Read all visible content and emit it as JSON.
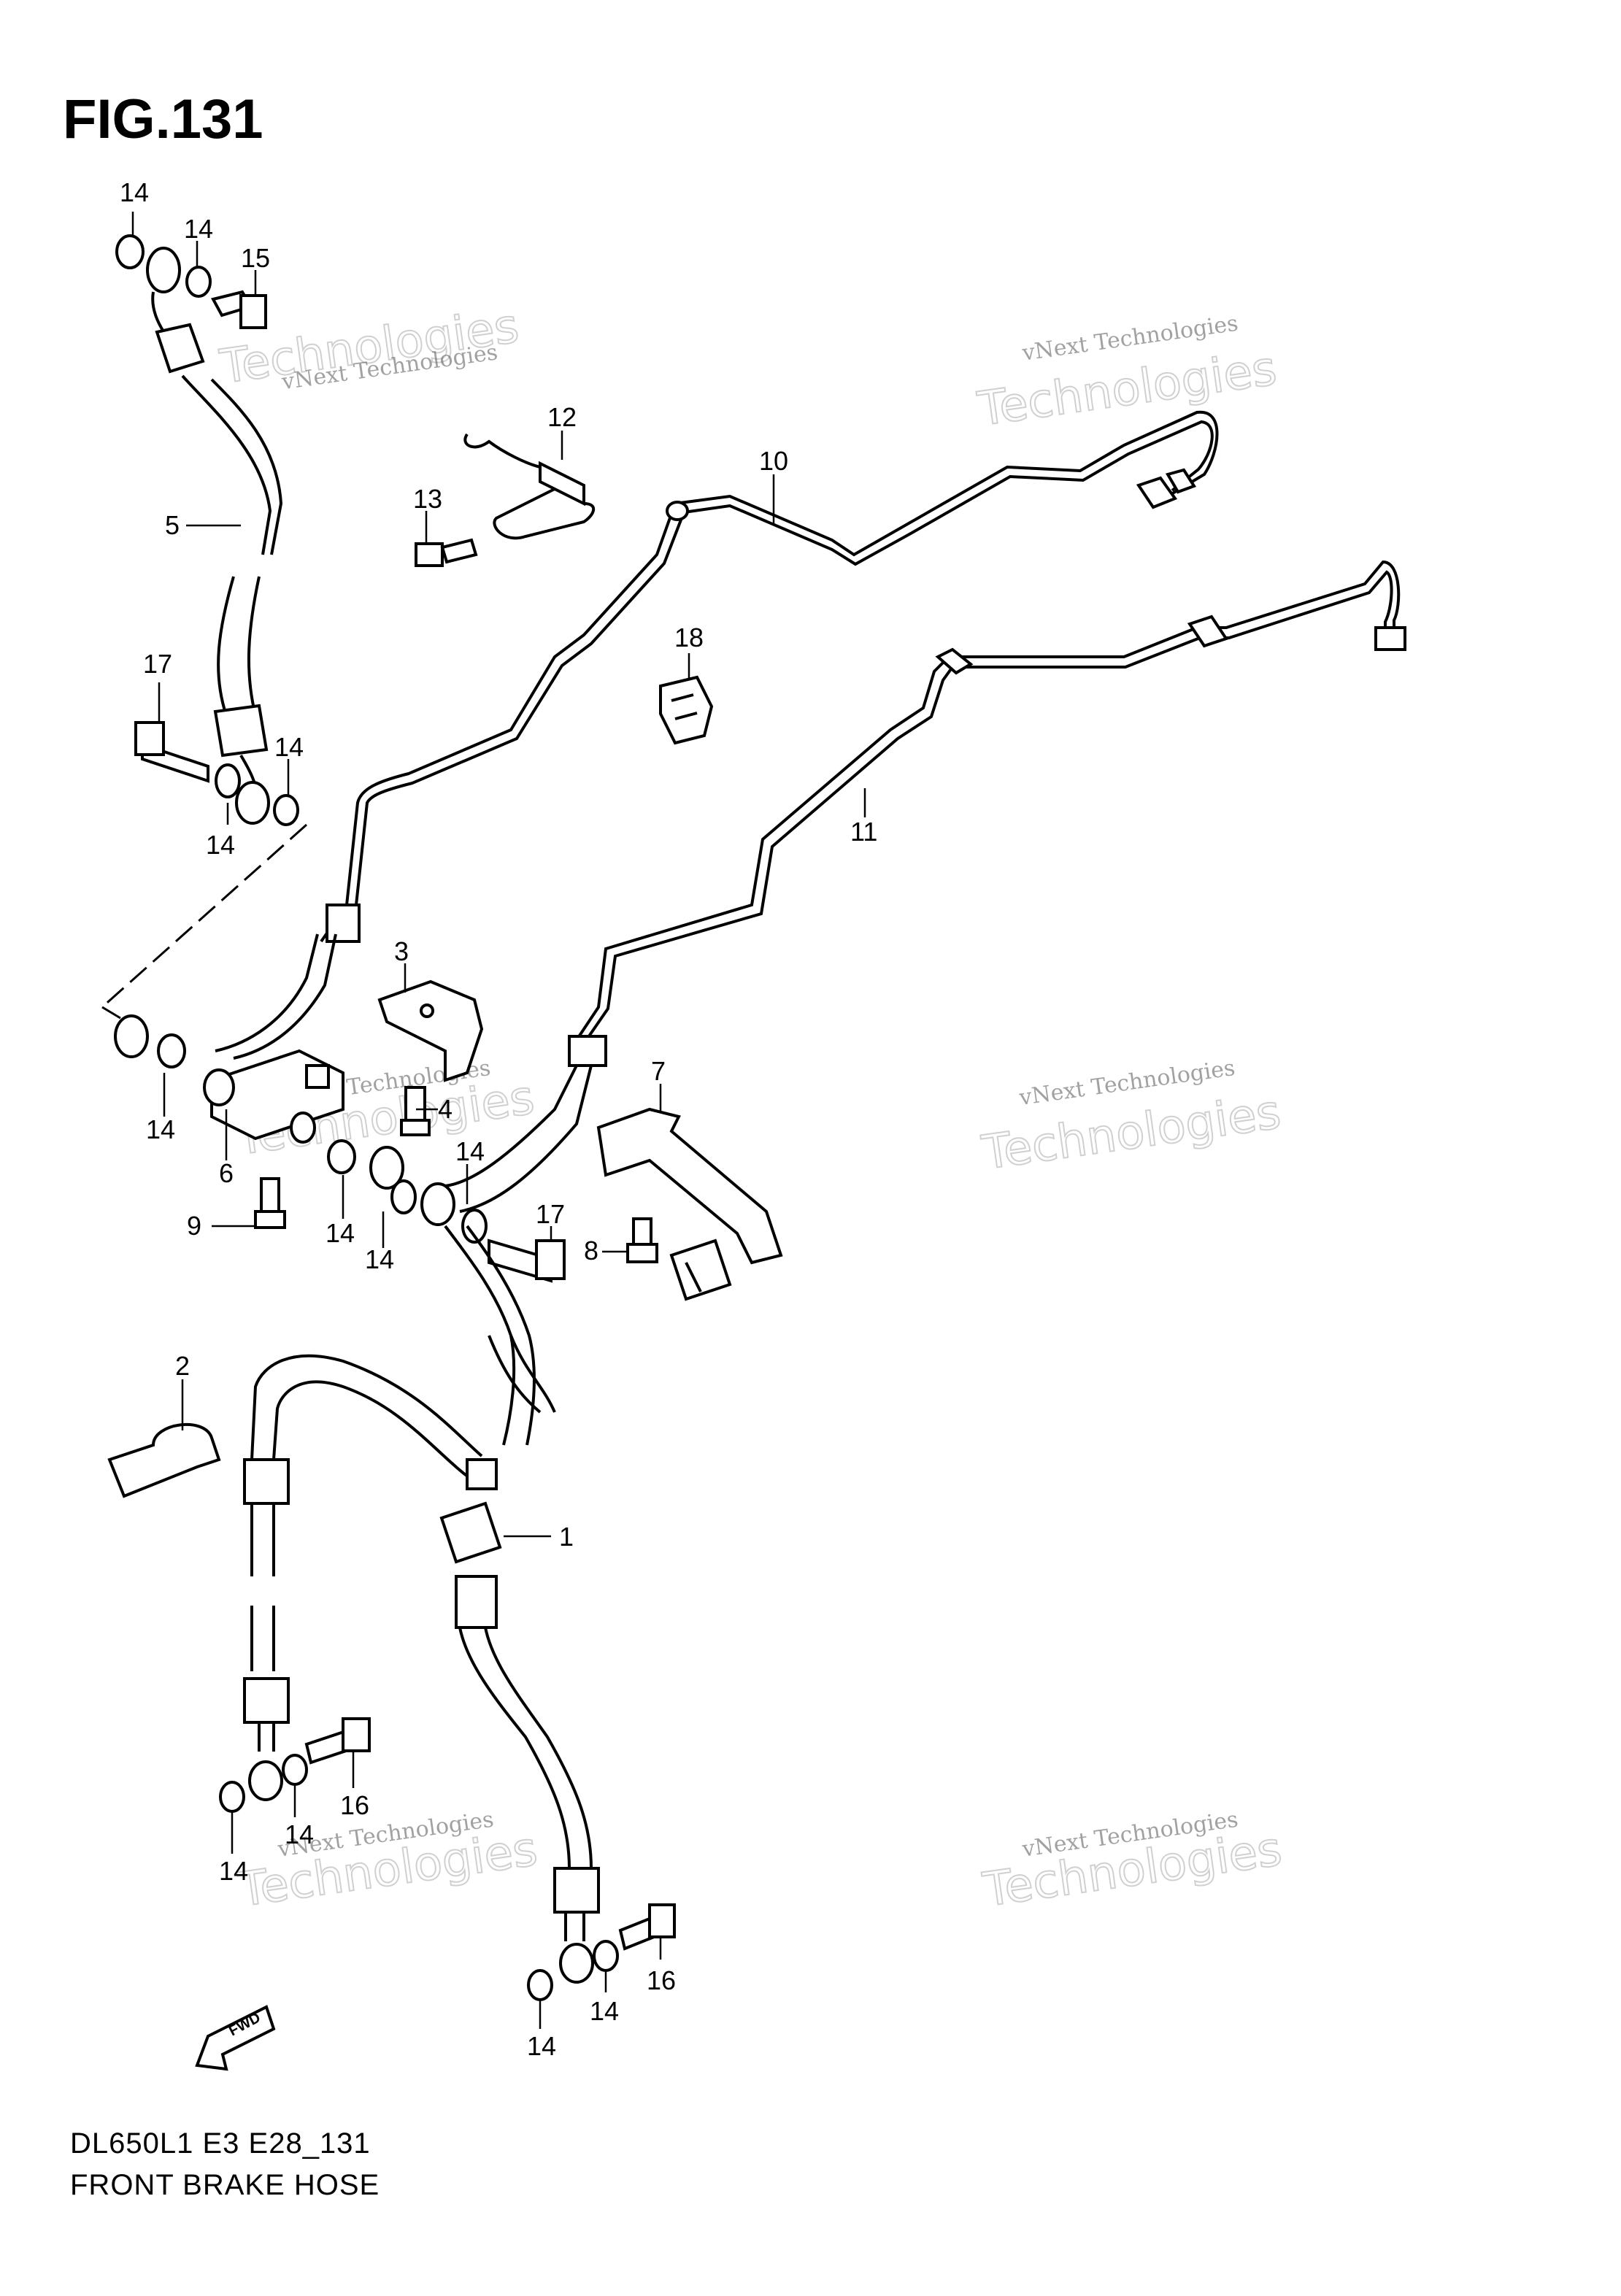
{
  "figure": {
    "title": "FIG.131",
    "model_code": "DL650L1 E3 E28_131",
    "caption": "FRONT BRAKE HOSE"
  },
  "watermark": {
    "line1": "vNext Technologies",
    "line2": "vNext",
    "line3": "Technologies"
  },
  "fwd_label": "FWD",
  "callouts": [
    {
      "id": "c14a",
      "label": "14"
    },
    {
      "id": "c14b",
      "label": "14"
    },
    {
      "id": "c15",
      "label": "15"
    },
    {
      "id": "c5",
      "label": "5"
    },
    {
      "id": "c17a",
      "label": "17"
    },
    {
      "id": "c14c",
      "label": "14"
    },
    {
      "id": "c14d",
      "label": "14"
    },
    {
      "id": "c12",
      "label": "12"
    },
    {
      "id": "c13",
      "label": "13"
    },
    {
      "id": "c10",
      "label": "10"
    },
    {
      "id": "c18",
      "label": "18"
    },
    {
      "id": "c11",
      "label": "11"
    },
    {
      "id": "c3",
      "label": "3"
    },
    {
      "id": "c7",
      "label": "7"
    },
    {
      "id": "c14e",
      "label": "14"
    },
    {
      "id": "c6",
      "label": "6"
    },
    {
      "id": "c4",
      "label": "4"
    },
    {
      "id": "c9",
      "label": "9"
    },
    {
      "id": "c14f",
      "label": "14"
    },
    {
      "id": "c14g",
      "label": "14"
    },
    {
      "id": "c14h",
      "label": "14"
    },
    {
      "id": "c17b",
      "label": "17"
    },
    {
      "id": "c8",
      "label": "8"
    },
    {
      "id": "c2",
      "label": "2"
    },
    {
      "id": "c1",
      "label": "1"
    },
    {
      "id": "c16a",
      "label": "16"
    },
    {
      "id": "c14i",
      "label": "14"
    },
    {
      "id": "c14j",
      "label": "14"
    },
    {
      "id": "c16b",
      "label": "16"
    },
    {
      "id": "c14k",
      "label": "14"
    },
    {
      "id": "c14l",
      "label": "14"
    }
  ]
}
